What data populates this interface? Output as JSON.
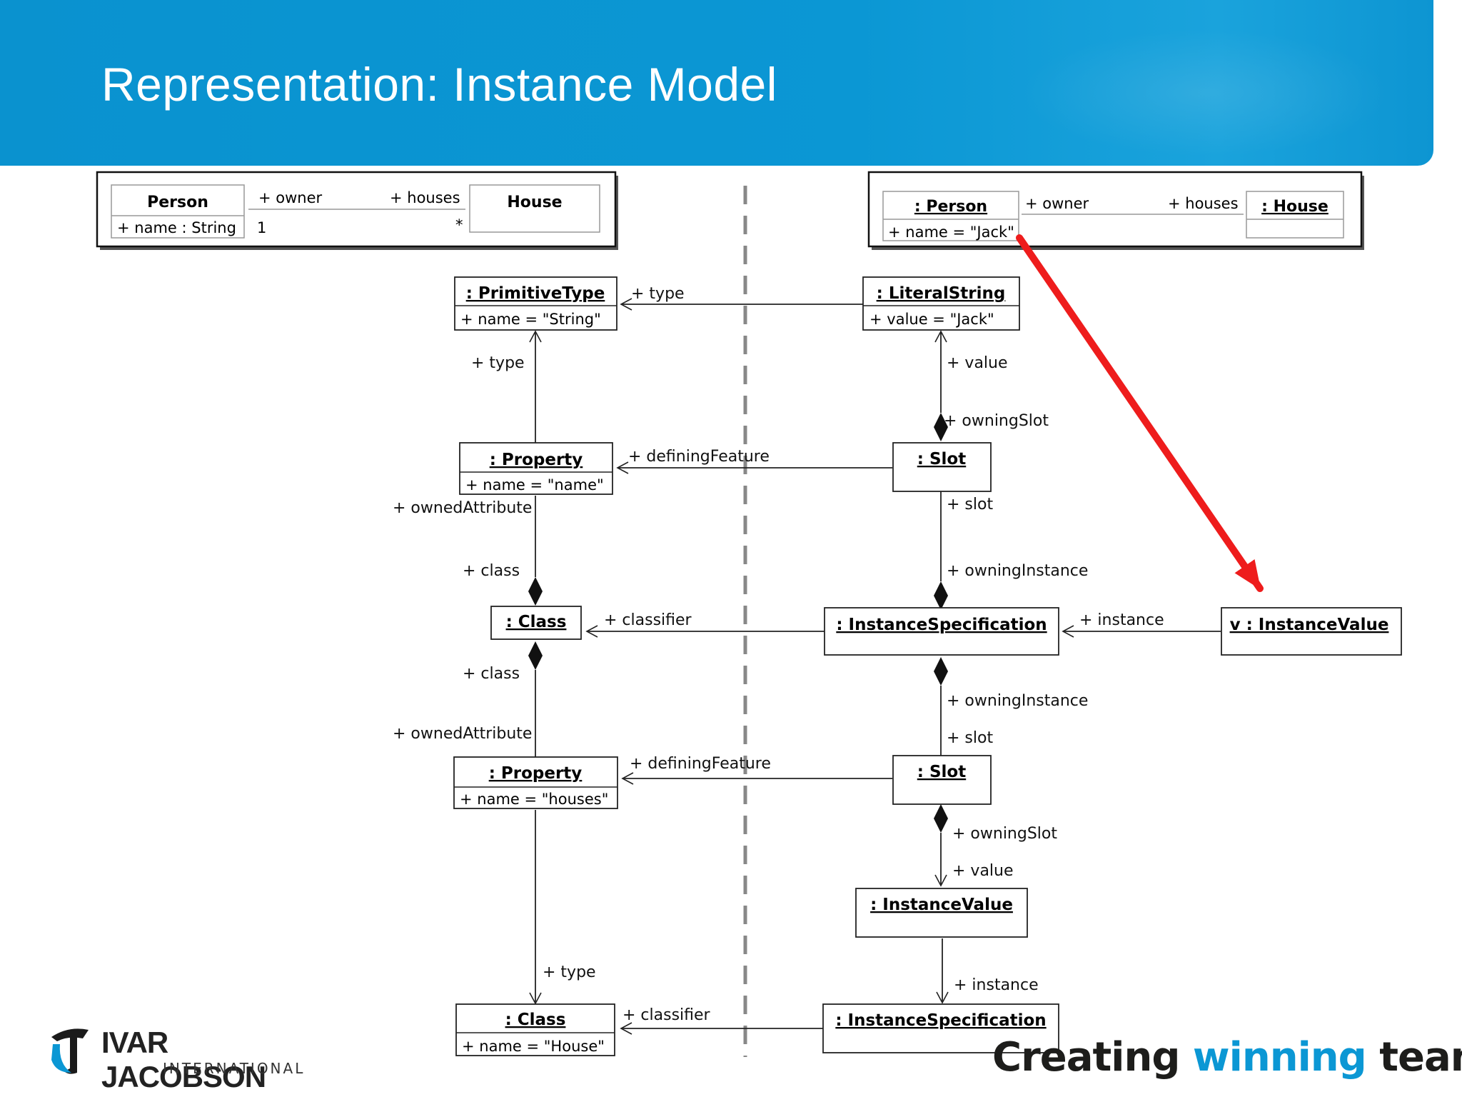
{
  "slide": {
    "title": "Representation: Instance Model",
    "logo": {
      "line1": "IVAR JACOBSON",
      "line2": "INTERNATIONAL"
    },
    "tagline": {
      "part1": "Creating ",
      "highlight": "winning",
      "part2": " teams."
    }
  },
  "colors": {
    "header": "#0b97d4",
    "arrow": "#ee1c1c",
    "tagline_highlight": "#0b97d4"
  },
  "class_model": {
    "person": {
      "name": "Person",
      "attr": "+ name : String"
    },
    "house": {
      "name": "House"
    },
    "assoc": {
      "owner_role": "+ owner",
      "owner_mult": "1",
      "houses_role": "+ houses",
      "houses_mult": "*"
    }
  },
  "object_model": {
    "person": {
      "name": ": Person",
      "attr": "+ name = \"Jack\""
    },
    "house": {
      "name": ": House"
    },
    "assoc": {
      "owner_role": "+ owner",
      "houses_role": "+ houses"
    }
  },
  "nodes": {
    "primitive_type": {
      "name": ": PrimitiveType",
      "attr": "+ name = \"String\""
    },
    "literal_string": {
      "name": ": LiteralString",
      "attr": "+ value = \"Jack\""
    },
    "property_name": {
      "name": ": Property",
      "attr": "+ name = \"name\""
    },
    "slot1": {
      "name": ": Slot"
    },
    "class_person": {
      "name": ": Class"
    },
    "instance_spec1": {
      "name": ": InstanceSpecification"
    },
    "v_instance_value": {
      "name": "v : InstanceValue"
    },
    "property_houses": {
      "name": ": Property",
      "attr": "+ name = \"houses\""
    },
    "slot2": {
      "name": ": Slot"
    },
    "instance_value2": {
      "name": ": InstanceValue"
    },
    "class_house": {
      "name": ": Class",
      "attr": "+ name = \"House\""
    },
    "instance_spec2": {
      "name": ": InstanceSpecification"
    }
  },
  "roles": {
    "lit_type": "+ type",
    "prop_type": "+ type",
    "lit_value": "+ value",
    "slot1_owningslot": "+ owningSlot",
    "slot1_definingfeature": "+ definingFeature",
    "prop1_ownedattribute": "+ ownedAttribute",
    "prop1_class": "+ class",
    "slot1_slot": "+ slot",
    "slot1_owninginstance": "+ owningInstance",
    "is1_classifier": "+ classifier",
    "v_instance": "+ instance",
    "class_class": "+ class",
    "prop2_ownedattribute": "+ ownedAttribute",
    "is1_owninginstance": "+ owningInstance",
    "slot2_slot": "+ slot",
    "slot2_definingfeature": "+ definingFeature",
    "slot2_owningslot": "+ owningSlot",
    "iv2_value": "+ value",
    "prop2_type": "+ type",
    "iv2_instance": "+ instance",
    "is2_classifier": "+ classifier"
  }
}
